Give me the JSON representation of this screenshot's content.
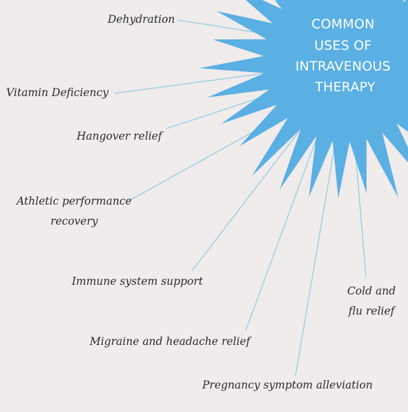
{
  "title": {
    "lines": [
      "COMMON",
      "USES OF",
      "INTRAVENOUS",
      "THERAPY"
    ]
  },
  "colors": {
    "background": "#efeceb",
    "starburst": "#5aafe3",
    "connector": "#8ec8e8",
    "title_text": "#ffffff",
    "label_text": "#2b2b2b"
  },
  "uses": [
    {
      "id": "dehydration",
      "lines": [
        "Dehydration"
      ]
    },
    {
      "id": "vitamin-deficiency",
      "lines": [
        "Vitamin Deficiency"
      ]
    },
    {
      "id": "hangover-relief",
      "lines": [
        "Hangover relief"
      ]
    },
    {
      "id": "athletic-performance-recovery",
      "lines": [
        "Athletic performance",
        "recovery"
      ]
    },
    {
      "id": "immune-system-support",
      "lines": [
        "Immune system support"
      ]
    },
    {
      "id": "migraine-headache-relief",
      "lines": [
        "Migraine and headache relief"
      ]
    },
    {
      "id": "pregnancy-symptom-alleviation",
      "lines": [
        "Pregnancy symptom alleviation"
      ]
    },
    {
      "id": "cold-flu-relief",
      "lines": [
        "Cold and",
        "flu relief"
      ]
    }
  ]
}
